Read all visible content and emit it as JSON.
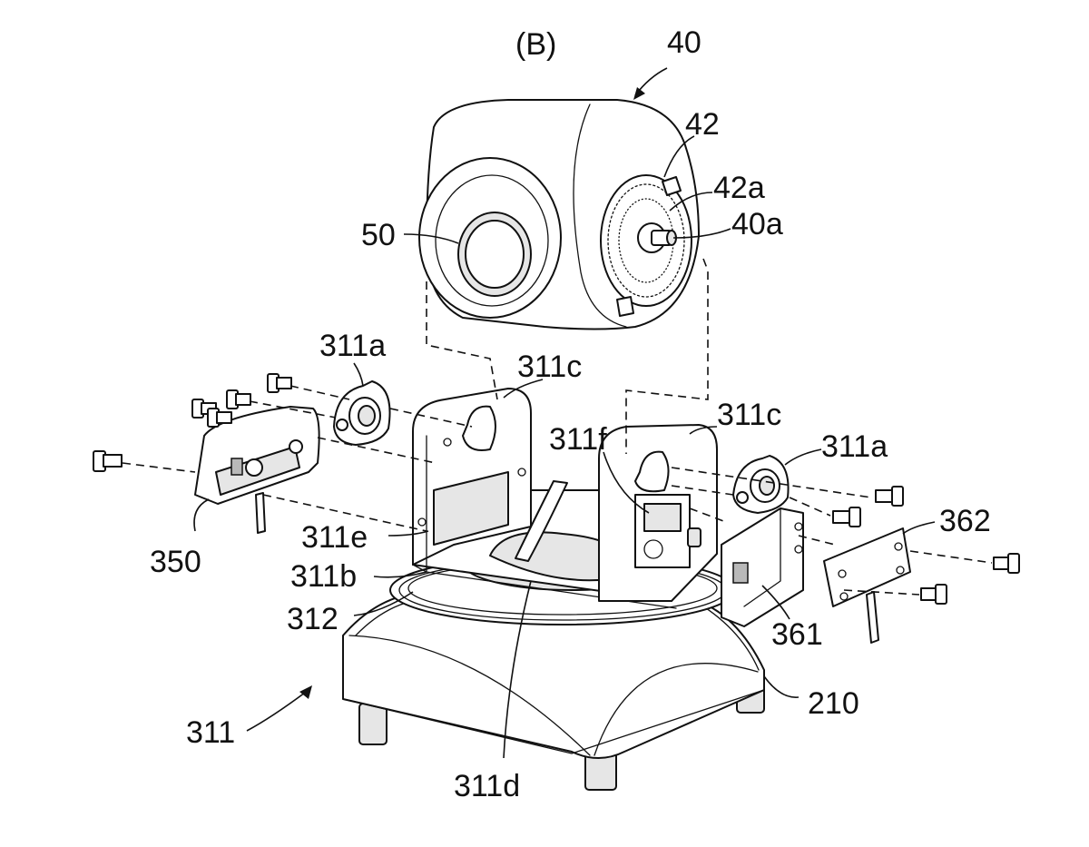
{
  "figure_label": "(B)",
  "labels": {
    "l40": "40",
    "l42": "42",
    "l42a": "42a",
    "l40a": "40a",
    "l50": "50",
    "l311a_left": "311a",
    "l311c_left": "311c",
    "l311c_right": "311c",
    "l311f": "311f",
    "l311a_right": "311a",
    "l362": "362",
    "l350": "350",
    "l311e": "311e",
    "l311b": "311b",
    "l312": "312",
    "l361": "361",
    "l210": "210",
    "l311": "311",
    "l311d": "311d"
  }
}
